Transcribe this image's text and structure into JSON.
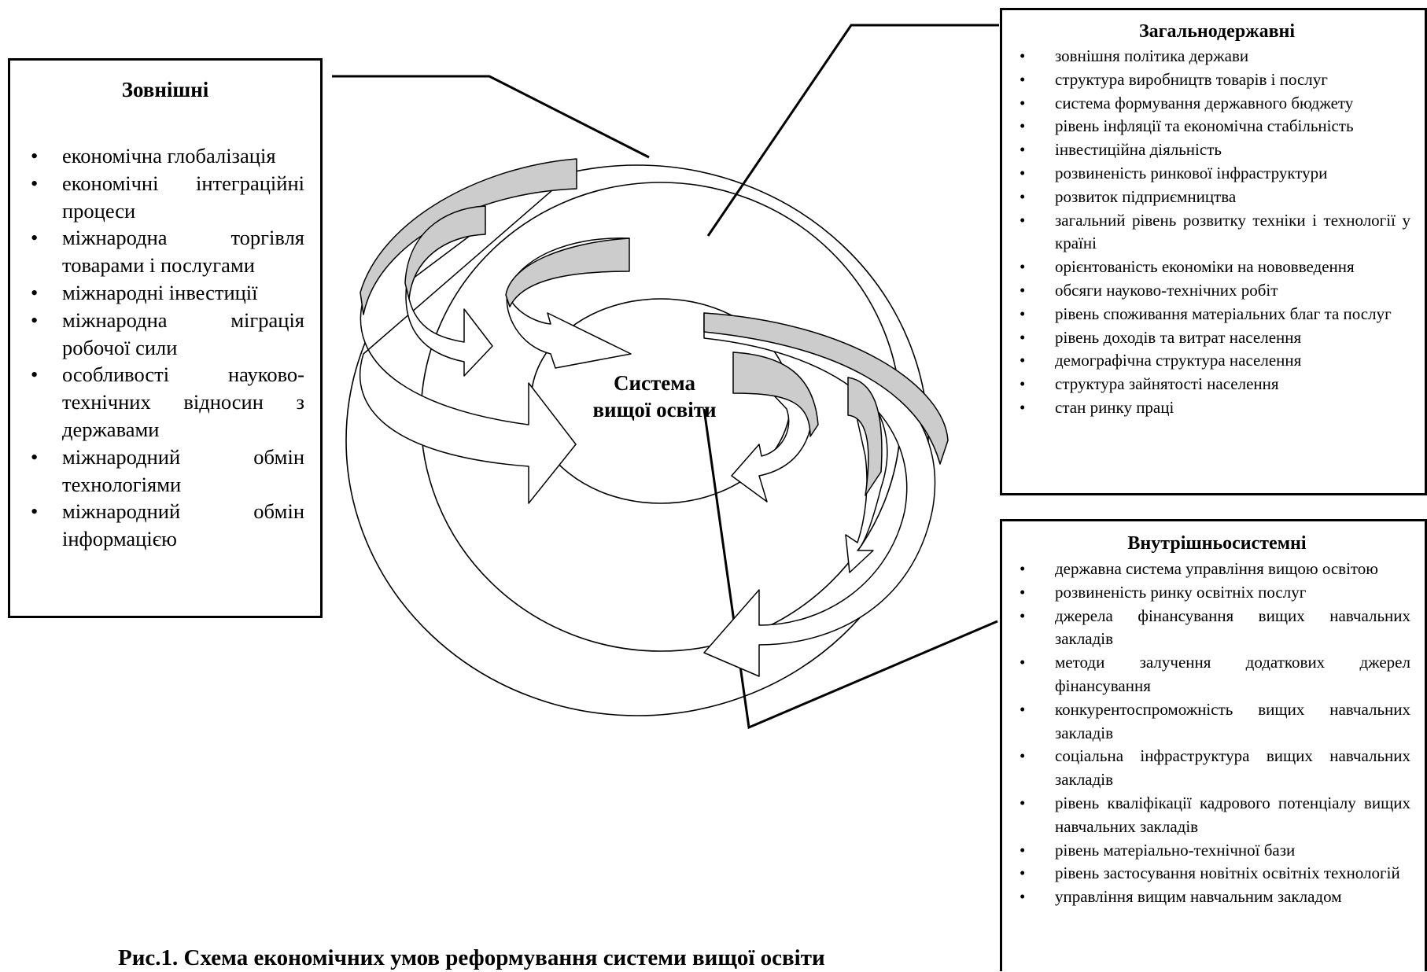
{
  "center_label": "Система вищої освіти",
  "external": {
    "title": "Зовнішні",
    "items": [
      "економічна глобалізація",
      "економічні інтеграційні процеси",
      "міжнародна торгівля товарами і послугами",
      "міжнародні інвестиції",
      "міжнародна міграція робочої сили",
      "особливості науково-технічних відносин з державами",
      "міжнародний обмін технологіями",
      "міжнародний обмін інформацією"
    ]
  },
  "national": {
    "title": "Загальнодержавні",
    "items": [
      "зовнішня політика держави",
      "структура виробництв товарів і послуг",
      "система формування державного бюджету",
      "рівень інфляції та економічна стабільність",
      "інвестиційна діяльність",
      "розвиненість ринкової інфраструктури",
      "розвиток підприємництва",
      "загальний рівень розвитку техніки і технології у країні",
      "орієнтованість економіки на нововведення",
      "обсяги науково-технічних робіт",
      "рівень споживання матеріальних благ та послуг",
      "рівень доходів та витрат населення",
      "демографічна структура населення",
      "структура зайнятості населення",
      "стан ринку праці"
    ]
  },
  "intra_system": {
    "title": "Внутрішньосистемні",
    "items": [
      "державна система управління вищою освітою",
      "розвиненість ринку освітніх послуг",
      "джерела фінансування вищих навчальних закладів",
      "методи залучення додаткових джерел фінансування",
      "конкурентоспроможність вищих навчальних закладів",
      "соціальна інфраструктура вищих навчальних закладів",
      "рівень кваліфікації кадрового потенціалу вищих навчальних закладів",
      "рівень матеріально-технічної бази",
      "рівень застосування новітніх освітніх технологій",
      "управління вищим навчальним закладом"
    ]
  },
  "caption": "Рис.1. Схема економічних умов реформування системи вищої освіти",
  "colors": {
    "arrow_fill": "#cccccc",
    "line": "#000000",
    "background": "#ffffff"
  }
}
